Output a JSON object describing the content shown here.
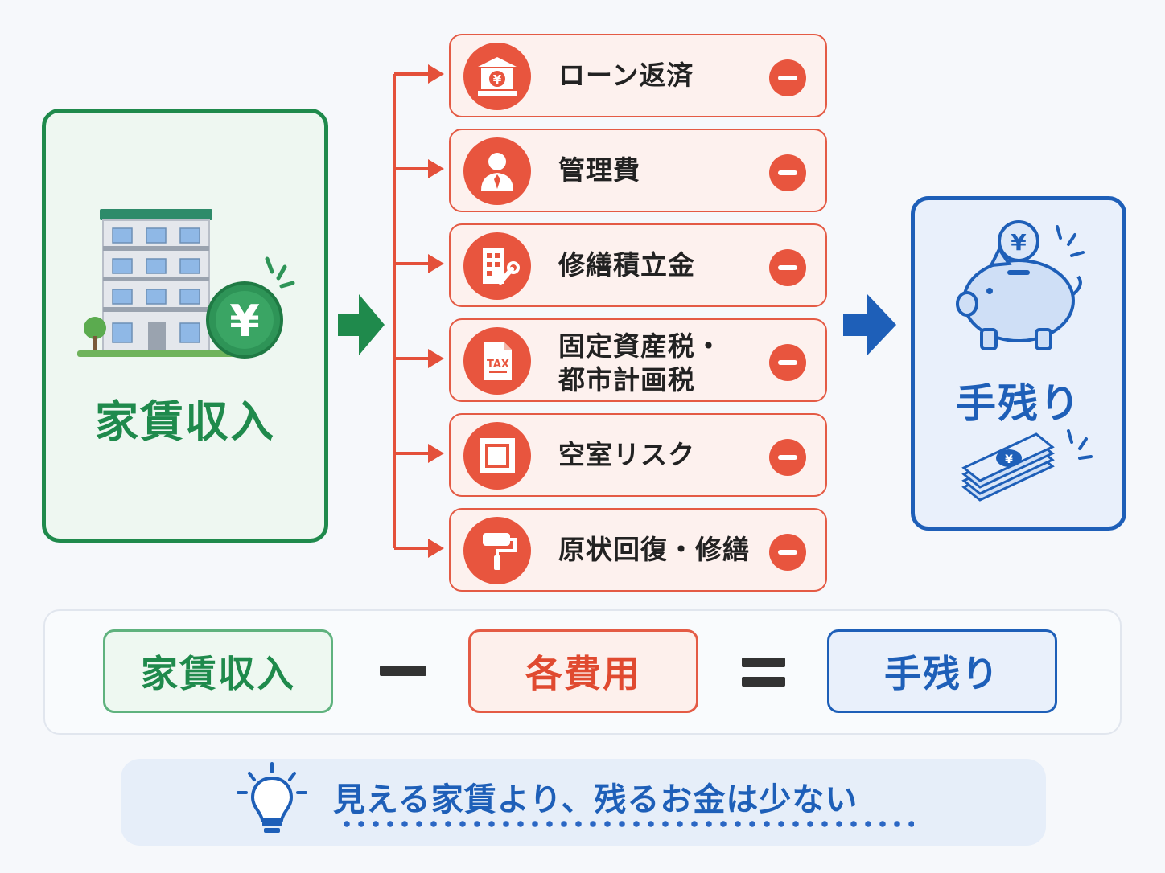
{
  "income": {
    "title": "家賃収入"
  },
  "costs": [
    {
      "label": "ローン返済",
      "icon": "bank-yen-icon"
    },
    {
      "label": "管理費",
      "icon": "manager-person-icon"
    },
    {
      "label": "修繕積立金",
      "icon": "building-wrench-icon"
    },
    {
      "label_line1": "固定資産税・",
      "label_line2": "都市計画税",
      "icon": "tax-document-icon"
    },
    {
      "label": "空室リスク",
      "icon": "empty-room-icon"
    },
    {
      "label": "原状回復・修繕",
      "icon": "paint-roller-icon"
    }
  ],
  "net": {
    "title": "手残り"
  },
  "equation": {
    "income": "家賃収入",
    "costs": "各費用",
    "net": "手残り"
  },
  "message": "見える家賃より、残るお金は少ない",
  "colors": {
    "income_green": "#1f8a4c",
    "cost_red": "#e8553e",
    "net_blue": "#1e5fb8"
  }
}
